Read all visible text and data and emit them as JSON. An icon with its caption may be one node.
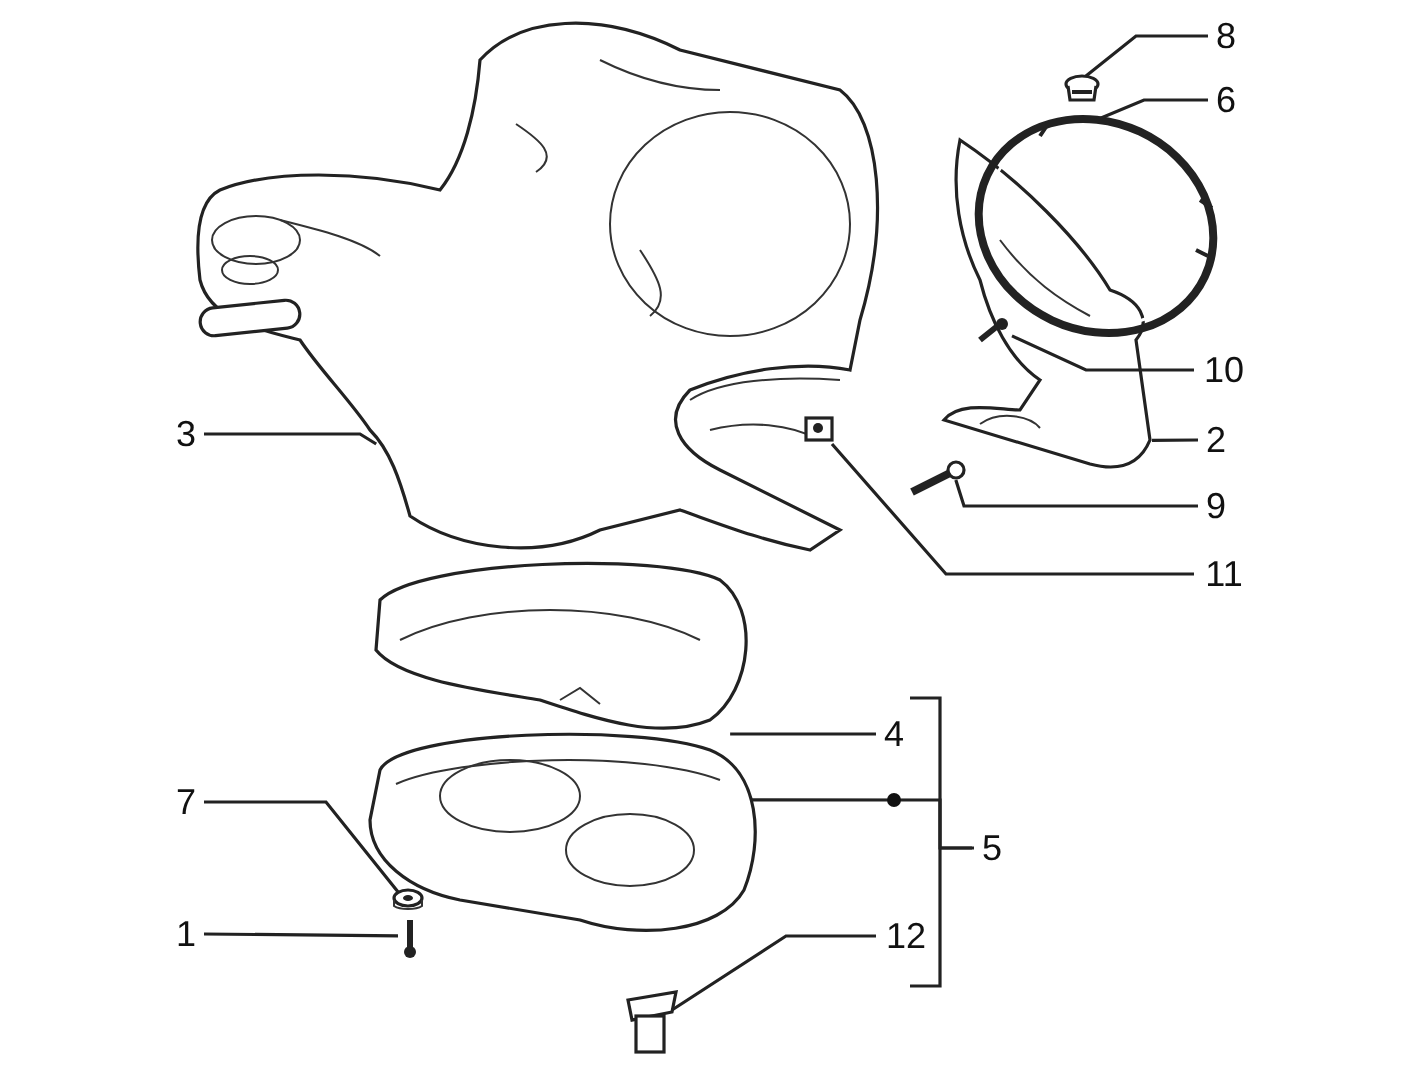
{
  "diagram": {
    "nodes": [
      {
        "text": [
          "8"
        ]
      },
      {
        "text": [
          "6"
        ]
      },
      {
        "text": [
          "10"
        ]
      },
      {
        "text": [
          "3"
        ]
      },
      {
        "text": [
          "2"
        ]
      },
      {
        "text": [
          "9"
        ]
      },
      {
        "text": [
          "11"
        ]
      },
      {
        "text": [
          "4"
        ]
      },
      {
        "text": [
          "7"
        ]
      },
      {
        "text": [
          "5"
        ]
      },
      {
        "text": [
          "1"
        ]
      },
      {
        "text": [
          "12"
        ]
      },
      {
        "text": [],
        "shape": "picture"
      },
      {
        "text": [],
        "shape": "picture"
      },
      {
        "text": [],
        "shape": "picture"
      },
      {
        "text": [],
        "shape": "picture"
      },
      {
        "text": [],
        "shape": "picture"
      },
      {
        "text": [],
        "shape": "picture"
      },
      {
        "text": [],
        "shape": "picture"
      },
      {
        "text": [],
        "shape": "picture"
      },
      {
        "text": [],
        "shape": "picture"
      },
      {
        "text": [],
        "shape": "picture"
      },
      {
        "text": [],
        "shape": "picture"
      },
      {
        "text": [],
        "shape": "picture"
      }
    ],
    "edges": [
      {
        "from": 0,
        "to": 12,
        "arrow": "none"
      },
      {
        "from": 1,
        "to": 13,
        "arrow": "none"
      },
      {
        "from": 2,
        "to": 14,
        "arrow": "none"
      },
      {
        "from": 3,
        "to": 15,
        "arrow": "none"
      },
      {
        "from": 4,
        "to": 16,
        "arrow": "none"
      },
      {
        "from": 5,
        "to": 17,
        "arrow": "none"
      },
      {
        "from": 6,
        "to": 18,
        "arrow": "none"
      },
      {
        "from": 7,
        "to": 19,
        "arrow": "none"
      },
      {
        "from": 9,
        "to": 20,
        "arrow": "none"
      },
      {
        "from": 8,
        "to": 21,
        "arrow": "none"
      },
      {
        "from": 10,
        "to": 22,
        "arrow": "none"
      },
      {
        "from": 11,
        "to": 23,
        "arrow": "none"
      }
    ]
  }
}
